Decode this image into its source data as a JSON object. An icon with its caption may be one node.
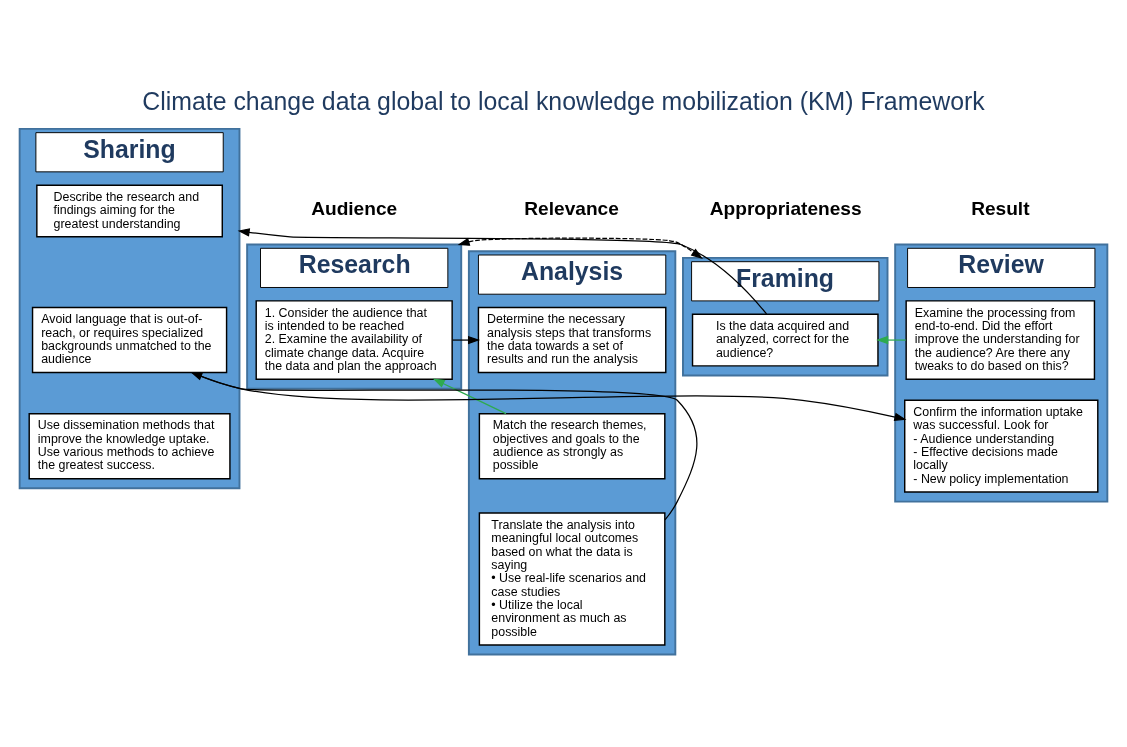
{
  "diagram": {
    "title": "Climate change data global to local knowledge mobilization (KM) Framework",
    "nodes": [
      {
        "text": [
          "Research"
        ]
      },
      {
        "text": [
          "1. Consider the audience that is intended to be reached",
          "2. Examine the availability of climate change data. Acquire the data and plan the approach"
        ],
        "in": 0
      },
      {
        "text": [
          "Analysis"
        ]
      },
      {
        "text": [
          "Determine the necessary analysis steps that transforms the data towards a set of results and run the analysis"
        ],
        "in": 2
      },
      {
        "text": [
          "Match the research themes, objectives and goals to the audience as strongly as possible"
        ],
        "in": 2
      },
      {
        "text": [
          "Translate the analysis into meaningful local outcomes based on what the data is saying",
          "• Use real-life scenarios and case studies",
          "• Utilize the local environment as much as possible"
        ],
        "in": 2
      },
      {
        "text": [
          "Framing"
        ]
      },
      {
        "text": [
          "Is the data acquired and analyzed, correct for the audience?"
        ],
        "in": 6
      },
      {
        "text": [
          "Sharing"
        ]
      },
      {
        "text": [
          "Describe the research and findings aiming for the greatest understanding"
        ],
        "in": 8
      },
      {
        "text": [
          "Avoid language that is out-of-reach, or requires specialized backgrounds unmatched to the audience"
        ],
        "in": 8
      },
      {
        "text": [
          "Use dissemination methods that improve the knowledge uptake. Use various methods to achieve the greatest success."
        ],
        "in": 8
      },
      {
        "text": [
          "Review"
        ]
      },
      {
        "text": [
          "Examine the processing from end-to-end. Did the effort improve the understanding for the audience? Are there any tweaks to do based on this?"
        ],
        "in": 12
      },
      {
        "text": [
          "Confirm the information uptake was successful. Look for",
          "- Audience understanding",
          "- Effective decisions made locally",
          "- New policy implementation"
        ],
        "in": 12
      }
    ],
    "edges": [
      {
        "from": 0,
        "to": 6,
        "arrow": "both",
        "style": "dashed"
      },
      {
        "from": 1,
        "to": 3,
        "arrow": "to"
      },
      {
        "from": 4,
        "to": 1,
        "arrow": "to",
        "color": "#2eaa4f"
      },
      {
        "from": 7,
        "to": 8,
        "arrow": "to"
      },
      {
        "from": 13,
        "to": 7,
        "arrow": "to",
        "color": "#2eaa4f"
      },
      {
        "from": 5,
        "to": 10,
        "arrow": "to"
      },
      {
        "from": 10,
        "to": 14,
        "arrow": "to"
      }
    ],
    "labels": [
      "Audience",
      "Relevance",
      "Appropriateness",
      "Result"
    ]
  }
}
